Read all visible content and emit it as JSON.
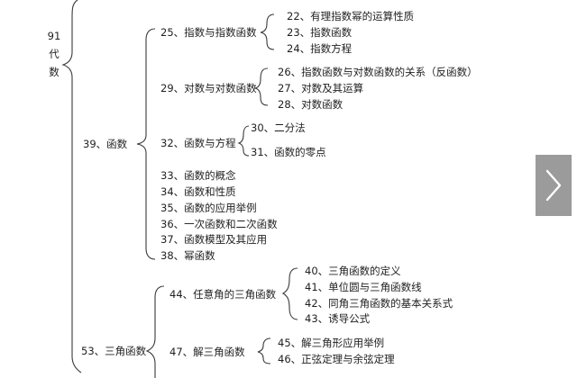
{
  "root": {
    "num": "91",
    "c1": "代",
    "c2": "数"
  },
  "nodes": {
    "n39": "39、函数",
    "n25": "25、指数与指数函数",
    "n22": "22、有理指数幂的运算性质",
    "n23": "23、指数函数",
    "n24": "24、指数方程",
    "n29": "29、对数与对数函数",
    "n26": "26、指数函数与对数函数的关系（反函数）",
    "n27": "27、对数及其运算",
    "n28": "28、对数函数",
    "n32": "32、函数与方程",
    "n30": "30、二分法",
    "n31": "31、函数的零点",
    "n33": "33、函数的概念",
    "n34": "34、函数和性质",
    "n35": "35、函数的应用举例",
    "n36": "36、一次函数和二次函数",
    "n37": "37、函数模型及其应用",
    "n38": "38、幂函数",
    "n53": "53、三角函数",
    "n44": "44、任意角的三角函数",
    "n40": "40、三角函数的定义",
    "n41": "41、单位圆与三角函数线",
    "n42": "42、同角三角函数的基本关系式",
    "n43": "43、诱导公式",
    "n47": "47、解三角函数",
    "n45": "45、解三角形应用举例",
    "n46": "46、正弦定理与余弦定理"
  },
  "icons": {
    "next": "chevron-right-icon"
  },
  "colors": {
    "line": "#3a3a3a",
    "next_bg": "#9b9b9b"
  }
}
